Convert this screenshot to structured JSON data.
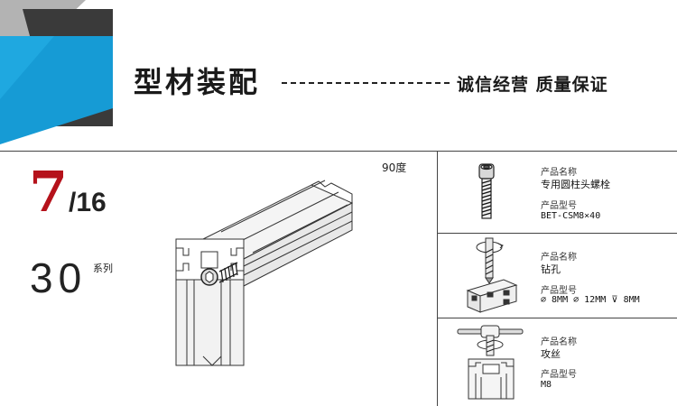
{
  "header": {
    "title": "型材装配",
    "slogan": "诚信经营 质量保证"
  },
  "info": {
    "fraction_num": "7",
    "fraction_den": "/16",
    "series_num": "30",
    "series_label": "系列",
    "angle_label": "90度"
  },
  "colors": {
    "accent_blue": "#169bd5",
    "accent_gray": "#3a3a3a",
    "fraction_red": "#b5121b"
  },
  "products": [
    {
      "icon": "socket-head-bolt-icon",
      "name_label": "产品名称",
      "name": "专用圆柱头螺栓",
      "model_label": "产品型号",
      "model": "BET-CSM8×40"
    },
    {
      "icon": "drill-bit-icon",
      "name_label": "产品名称",
      "name": "钻孔",
      "model_label": "产品型号",
      "model": "∅ 8MM ∅ 12MM ⊽ 8MM"
    },
    {
      "icon": "tap-wrench-icon",
      "name_label": "产品名称",
      "name": "攻丝",
      "model_label": "产品型号",
      "model": "M8"
    }
  ]
}
